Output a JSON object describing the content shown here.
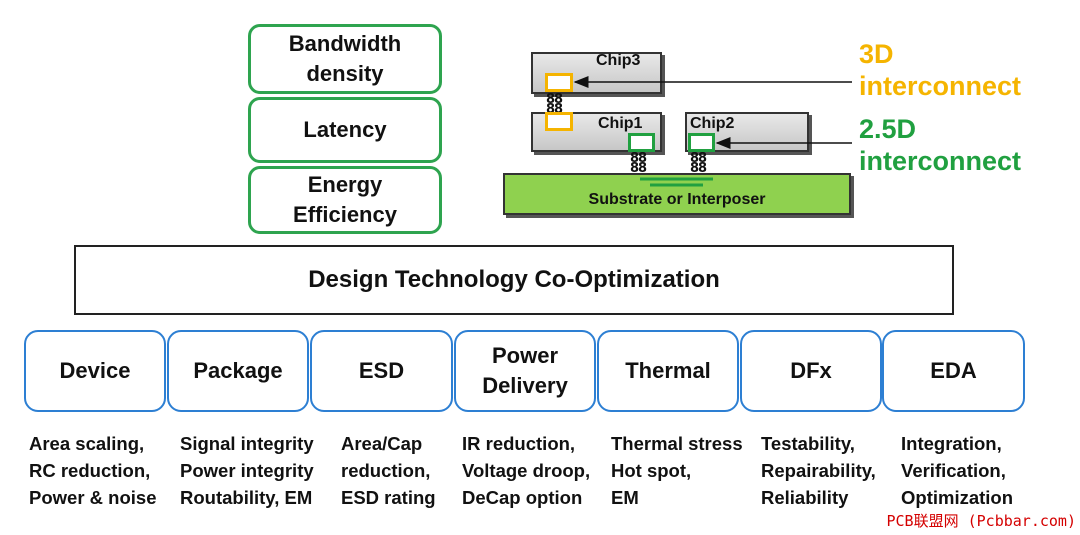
{
  "metrics": [
    {
      "line1": "Bandwidth",
      "line2": "density"
    },
    {
      "line1": "Latency",
      "line2": ""
    },
    {
      "line1": "Energy",
      "line2": "Efficiency"
    }
  ],
  "diagram": {
    "chip3": "Chip3",
    "chip1": "Chip1",
    "chip2": "Chip2",
    "substrate": "Substrate or Interposer",
    "bumps": "88",
    "label_3d_line1": "3D",
    "label_3d_line2": "interconnect",
    "label_25d_line1": "2.5D",
    "label_25d_line2": "interconnect",
    "color_3d": "#f5b400",
    "color_25d": "#20a040"
  },
  "dtco": "Design Technology Co-Optimization",
  "categories": [
    {
      "title1": "Device",
      "title2": "",
      "desc": [
        "Area scaling,",
        "RC reduction,",
        "Power & noise"
      ]
    },
    {
      "title1": "Package",
      "title2": "",
      "desc": [
        "Signal integrity",
        "Power integrity",
        "Routability, EM"
      ]
    },
    {
      "title1": "ESD",
      "title2": "",
      "desc": [
        "Area/Cap",
        "reduction,",
        "ESD rating"
      ]
    },
    {
      "title1": "Power",
      "title2": "Delivery",
      "desc": [
        "IR reduction,",
        "Voltage droop,",
        "DeCap option"
      ]
    },
    {
      "title1": "Thermal",
      "title2": "",
      "desc": [
        "Thermal stress",
        "Hot spot,",
        "EM"
      ]
    },
    {
      "title1": "DFx",
      "title2": "",
      "desc": [
        "Testability,",
        "Repairability,",
        "Reliability"
      ]
    },
    {
      "title1": "EDA",
      "title2": "",
      "desc": [
        "Integration,",
        "Verification,",
        "Optimization"
      ]
    }
  ],
  "watermark": "PCB联盟网 (Pcbbar.com)"
}
